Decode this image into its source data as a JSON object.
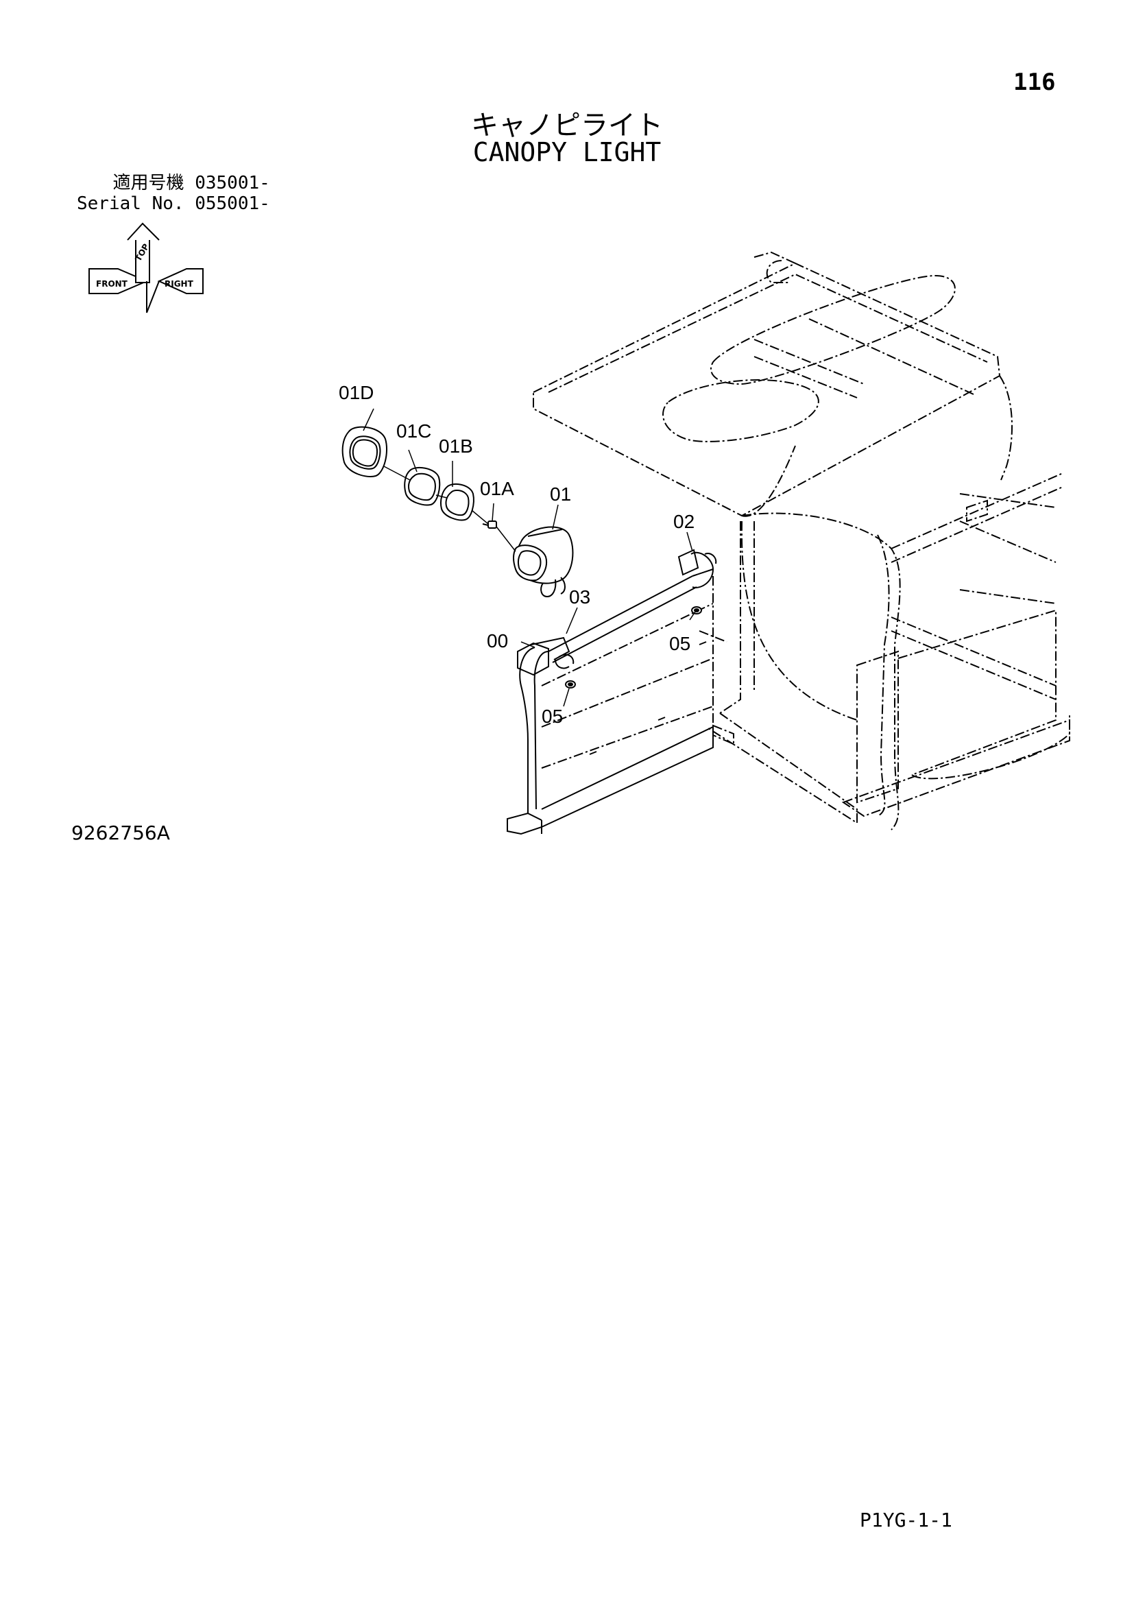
{
  "page": {
    "number": "116",
    "title_jp": "キャノピライト",
    "title_en": "CANOPY LIGHT",
    "serial_label_jp": "適用号機",
    "serial_value_jp": "035001-",
    "serial_label_en": "Serial No.",
    "serial_value_en": "055001-",
    "drawing_number": "9262756A",
    "sheet_code": "P1YG-1-1"
  },
  "orientation": {
    "top": "TOP",
    "front": "FRONT",
    "right": "RIGHT"
  },
  "callouts": {
    "c01D": "01D",
    "c01C": "01C",
    "c01B": "01B",
    "c01A": "01A",
    "c01": "01",
    "c02": "02",
    "c03": "03",
    "c00": "00",
    "c05a": "05",
    "c05b": "05"
  }
}
